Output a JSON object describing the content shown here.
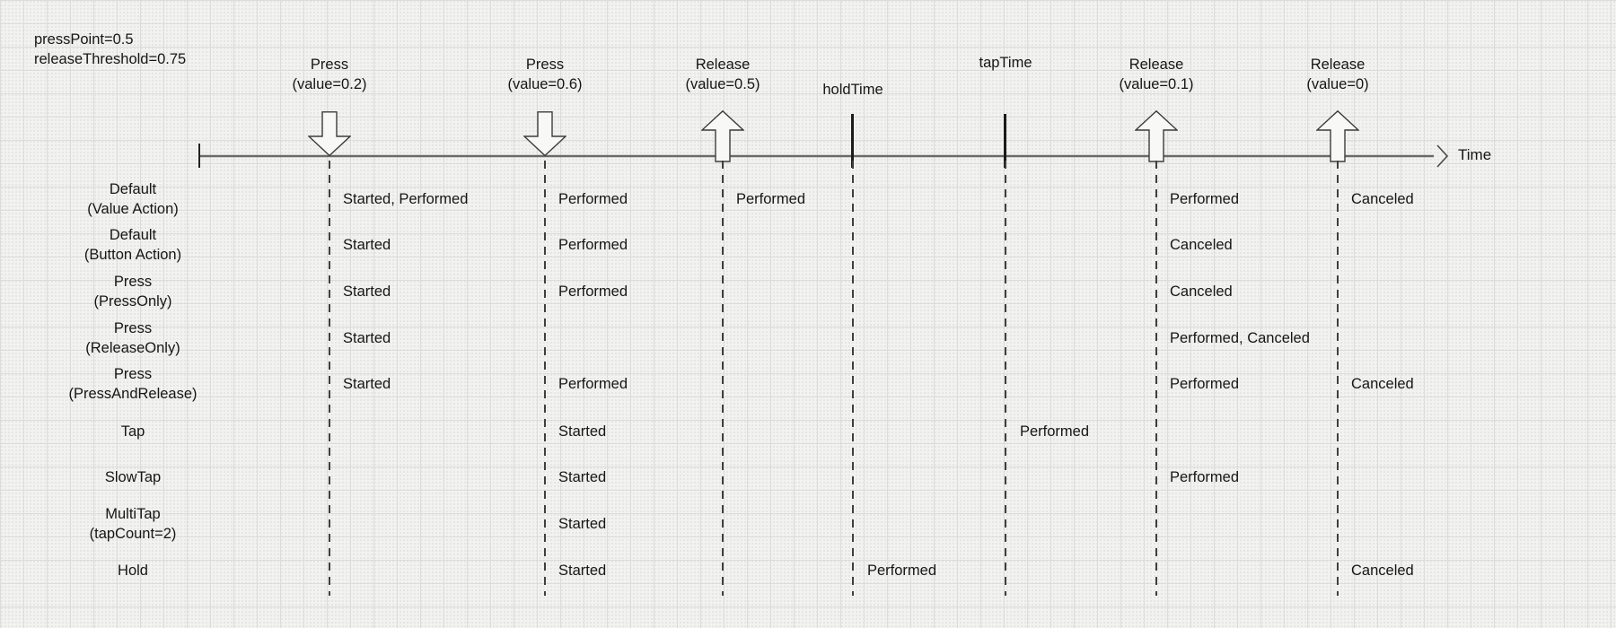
{
  "config": {
    "press_point": "pressPoint=0.5",
    "release_threshold": "releaseThreshold=0.75"
  },
  "timeline": {
    "time_label": "Time"
  },
  "events": [
    {
      "id": "press1",
      "line1": "Press",
      "line2": "(value=0.2)",
      "marker": "down-arrow"
    },
    {
      "id": "press2",
      "line1": "Press",
      "line2": "(value=0.6)",
      "marker": "down-arrow"
    },
    {
      "id": "release1",
      "line1": "Release",
      "line2": "(value=0.5)",
      "marker": "up-arrow"
    },
    {
      "id": "holdTime",
      "line1": "holdTime",
      "marker": "tick"
    },
    {
      "id": "tapTime",
      "line1": "tapTime",
      "marker": "tick"
    },
    {
      "id": "release2",
      "line1": "Release",
      "line2": "(value=0.1)",
      "marker": "up-arrow"
    },
    {
      "id": "release3",
      "line1": "Release",
      "line2": "(value=0)",
      "marker": "up-arrow"
    }
  ],
  "rows": [
    {
      "label1": "Default",
      "label2": "(Value Action)",
      "cells": {
        "press1": "Started, Performed",
        "press2": "Performed",
        "release1": "Performed",
        "release2": "Performed",
        "release3": "Canceled"
      }
    },
    {
      "label1": "Default",
      "label2": "(Button Action)",
      "cells": {
        "press1": "Started",
        "press2": "Performed",
        "release2": "Canceled"
      }
    },
    {
      "label1": "Press",
      "label2": "(PressOnly)",
      "cells": {
        "press1": "Started",
        "press2": "Performed",
        "release2": "Canceled"
      }
    },
    {
      "label1": "Press",
      "label2": "(ReleaseOnly)",
      "cells": {
        "press1": "Started",
        "release2": "Performed, Canceled"
      }
    },
    {
      "label1": "Press",
      "label2": "(PressAndRelease)",
      "cells": {
        "press1": "Started",
        "press2": "Performed",
        "release2": "Performed",
        "release3": "Canceled"
      }
    },
    {
      "label1": "Tap",
      "cells": {
        "press2": "Started",
        "tapTime": "Performed"
      }
    },
    {
      "label1": "SlowTap",
      "cells": {
        "press2": "Started",
        "release2": "Performed"
      }
    },
    {
      "label1": "MultiTap",
      "label2": "(tapCount=2)",
      "cells": {
        "press2": "Started"
      }
    },
    {
      "label1": "Hold",
      "cells": {
        "press2": "Started",
        "holdTime": "Performed",
        "release3": "Canceled"
      }
    }
  ],
  "colors": {
    "background": "#f2f2f1",
    "grid_line": "#dcdcdb",
    "axis_line": "#6a6a6a",
    "ink": "#161616"
  }
}
